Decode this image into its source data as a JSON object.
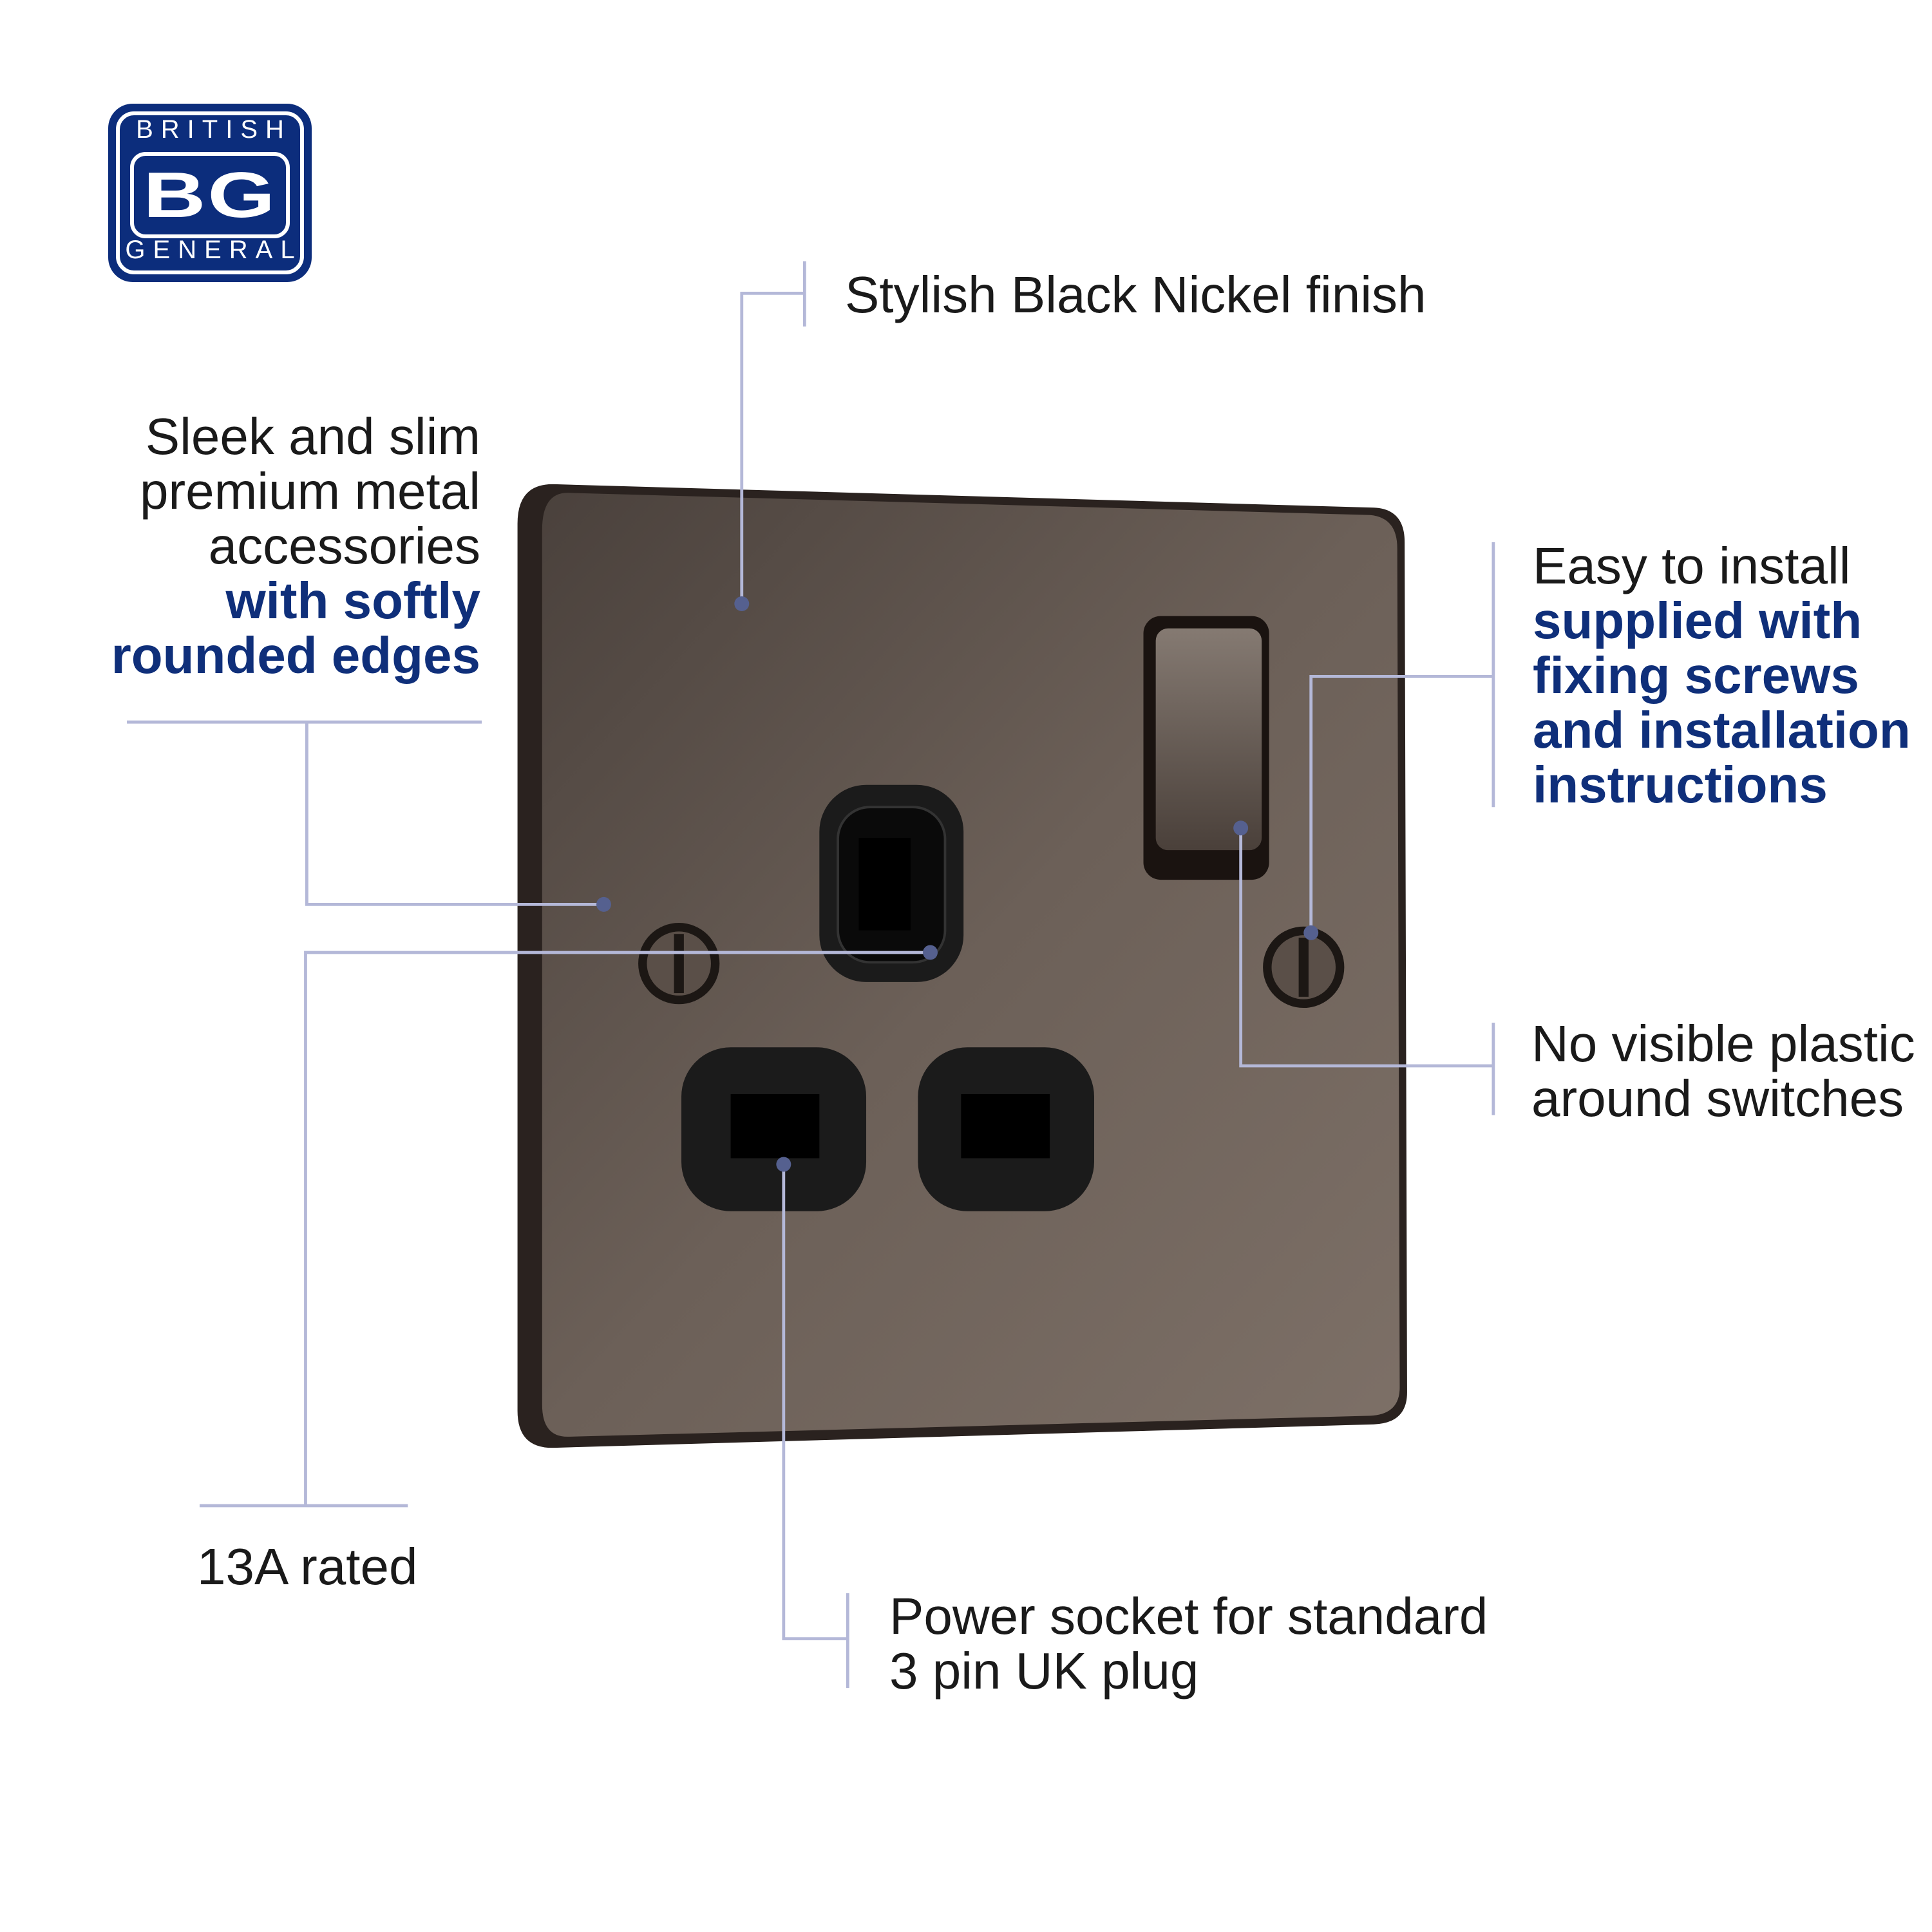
{
  "logo": {
    "line1": "BRITISH",
    "line2": "BG",
    "line3": "GENERAL",
    "brand_color": "#0c2d7c"
  },
  "features": {
    "finish": {
      "lines": [
        "Stylish Black Nickel finish"
      ]
    },
    "design": {
      "lines": [
        "Sleek and slim",
        "premium metal",
        "accessories"
      ],
      "highlight": [
        "with softly",
        "rounded edges"
      ]
    },
    "install": {
      "lines": [
        "Easy to install"
      ],
      "highlight": [
        "supplied with",
        "fixing screws",
        "and installation",
        "instructions"
      ]
    },
    "plastic": {
      "lines": [
        "No visible plastic",
        "around switches"
      ]
    },
    "rating": {
      "lines": [
        "13A rated"
      ]
    },
    "socket": {
      "lines": [
        "Power socket for standard",
        "3 pin UK plug"
      ]
    }
  },
  "colors": {
    "highlight": "#0f2f7a",
    "leader": "#b4b8d8",
    "plate": "#6b5e55"
  }
}
